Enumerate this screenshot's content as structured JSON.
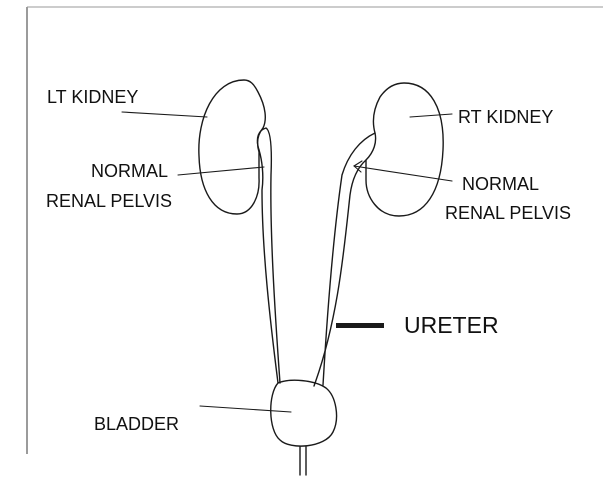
{
  "labels": {
    "lt_kidney": "LT KIDNEY",
    "rt_kidney": "RT KIDNEY",
    "lt_pelvis_line1": "NORMAL",
    "lt_pelvis_line2": "RENAL PELVIS",
    "rt_pelvis_line1": "NORMAL",
    "rt_pelvis_line2": "RENAL PELVIS",
    "ureter": "URETER",
    "bladder": "BLADDER"
  },
  "colors": {
    "ink": "#1a1a1a",
    "paper": "#ffffff",
    "frame": "#808080"
  }
}
